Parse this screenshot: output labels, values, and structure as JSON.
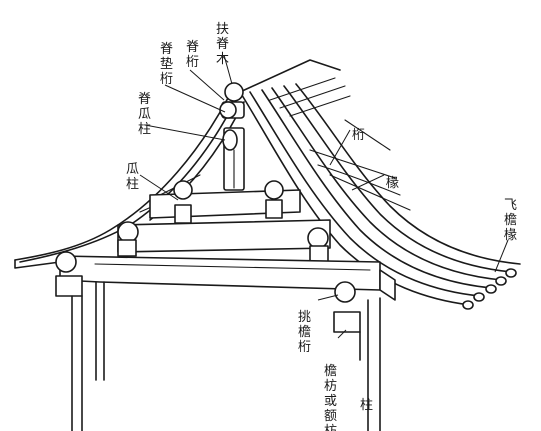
{
  "labels": {
    "fu_ji_mu": "扶脊木",
    "ji_heng": "脊桁",
    "ji_dian_heng": "脊垫桁",
    "ji_gua_zhu": "脊瓜柱",
    "heng": "桁",
    "chuan": "椽",
    "gua_zhu": "瓜柱",
    "fei_yan_chuan": "飞檐椽",
    "tiao_yan_heng": "挑檐桁",
    "yan_fang_huo_e_fang": "檐枋或额枋",
    "zhu": "柱"
  }
}
